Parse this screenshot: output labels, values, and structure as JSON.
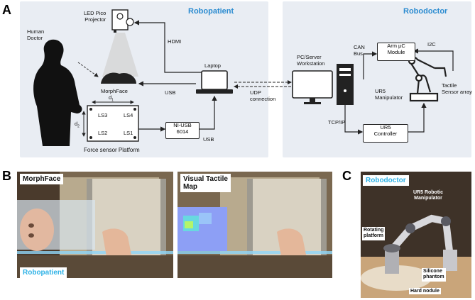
{
  "panels": {
    "a": {
      "letter": "A",
      "robopatient_title": "Robopatient",
      "robodoctor_title": "Robodoctor",
      "labels": {
        "human_doctor_l1": "Human",
        "human_doctor_l2": "Doctor",
        "projector_l1": "LED Pico",
        "projector_l2": "Projector",
        "hdmi": "HDMI",
        "laptop": "Laptop",
        "morphface": "MorphFace",
        "usb_laptop": "USB",
        "usb_daq": "USB",
        "udp_l1": "UDP",
        "udp_l2": "connection",
        "force_platform": "Force sensor Platform",
        "d1": "d",
        "d1_sub": "1",
        "d2": "d",
        "d2_sub": "2",
        "ls1": "LS1",
        "ls2": "LS2",
        "ls3": "LS3",
        "ls4": "LS4",
        "pc_l1": "PC/Server",
        "pc_l2": "Workstation",
        "can_l1": "CAN",
        "can_l2": "Bus",
        "tcp": "TCP/IP",
        "i2c": "I2C",
        "ur5_manip_l1": "UR5",
        "ur5_manip_l2": "Manipulator",
        "tactile_l1": "Tactile",
        "tactile_l2": "Sensor array"
      },
      "boxes": {
        "ni_usb_l1": "NI-USB",
        "ni_usb_l2": "6014",
        "arm_uc_l1": "Arm µC",
        "arm_uc_l2": "Module",
        "ur5_ctrl_l1": "UR5",
        "ur5_ctrl_l2": "Controller"
      }
    },
    "b": {
      "letter": "B",
      "morphface_caption": "MorphFace",
      "robopatient_caption": "Robopatient",
      "tactile_map_l1": "Visual Tactile",
      "tactile_map_l2": "Map"
    },
    "c": {
      "letter": "C",
      "robodoctor_caption": "Robodoctor",
      "ur5_robotic_l1": "UR5 Robotic",
      "ur5_robotic_l2": "Manipulator",
      "rotating_l1": "Rotating",
      "rotating_l2": "platform",
      "silicone_l1": "Silicone",
      "silicone_l2": "phantom",
      "hard_nodule": "Hard nodule"
    }
  },
  "colors": {
    "region_bg": "#e9edf3",
    "title_blue": "#2a8bd0",
    "caption_blue": "#2fb2e6"
  }
}
